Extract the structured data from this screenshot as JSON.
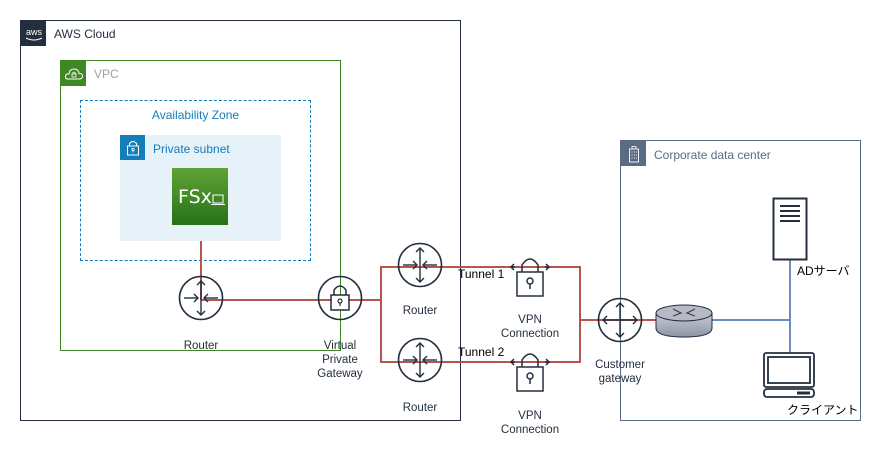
{
  "groups": {
    "aws_cloud": {
      "label": "AWS Cloud",
      "badge_text": "aws",
      "color": "#232F3E"
    },
    "vpc": {
      "label": "VPC",
      "color": "#3F8624",
      "label_color": "#A0A0A0"
    },
    "availability_zone": {
      "label": "Availability Zone",
      "color": "#147EBA"
    },
    "private_subnet": {
      "label": "Private subnet",
      "color": "#147EBA",
      "fill": "#E6F2F8"
    },
    "corporate_dc": {
      "label": "Corporate data center",
      "color": "#5A6B86"
    }
  },
  "nodes": {
    "fsx": {
      "label": "FSx",
      "color": "#3F8624"
    },
    "router_vpc": {
      "label": "Router"
    },
    "vgw": {
      "label_lines": [
        "Virtual",
        "Private",
        "Gateway"
      ]
    },
    "router_tunnel1": {
      "label": "Router"
    },
    "router_tunnel2": {
      "label": "Router"
    },
    "vpn1": {
      "label_lines": [
        "VPN",
        "Connection"
      ]
    },
    "vpn2": {
      "label_lines": [
        "VPN",
        "Connection"
      ]
    },
    "customer_gateway": {
      "label_lines": [
        "Customer",
        "gateway"
      ]
    },
    "ad_server": {
      "label": "ADサーバ"
    },
    "client": {
      "label": "クライアント"
    }
  },
  "edges": {
    "tunnel1_label": "Tunnel 1",
    "tunnel2_label": "Tunnel 2",
    "vpn_line_color": "#B85450",
    "lan_line_color": "#6C8EBF"
  }
}
